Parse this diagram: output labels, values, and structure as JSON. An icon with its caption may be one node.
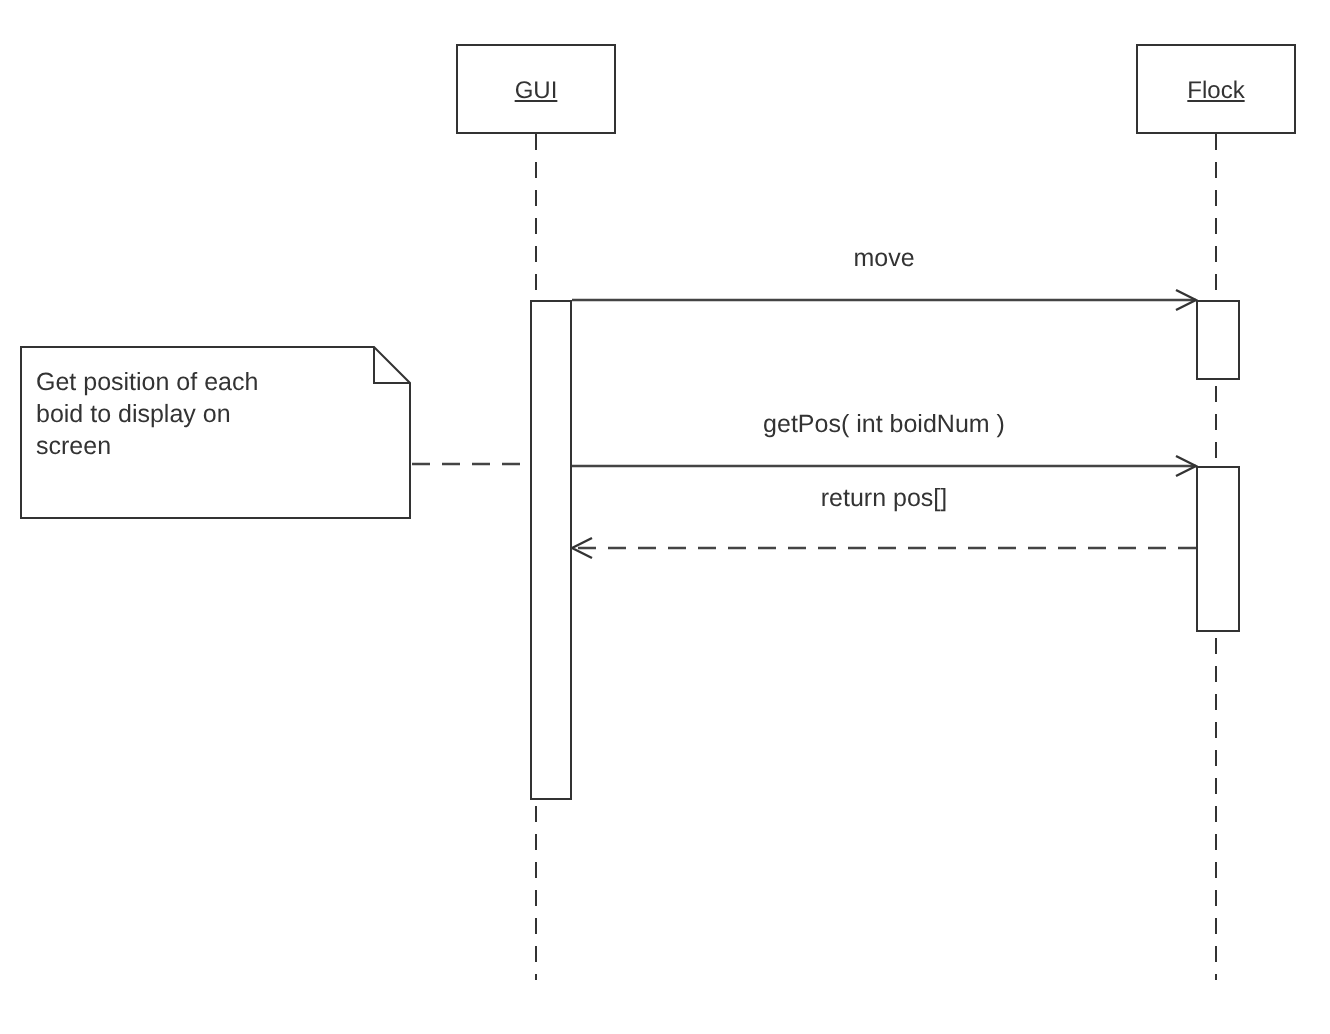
{
  "diagram": {
    "nodes": [
      {
        "text": [
          "GUI"
        ]
      },
      {
        "text": [
          "Flock"
        ]
      },
      {
        "text": [],
        "shape": "bar"
      },
      {
        "text": [],
        "shape": "bar"
      },
      {
        "text": [],
        "shape": "bar"
      },
      {
        "text": [
          "Get position of each boid to display on screen"
        ]
      }
    ],
    "edges": [
      {
        "from": 2,
        "to": 3,
        "arrow": "to",
        "label": "move"
      },
      {
        "from": 2,
        "to": 4,
        "arrow": "to",
        "label": "getPos( int boidNum )"
      },
      {
        "from": 4,
        "to": 2,
        "arrow": "to",
        "label": "return pos[]",
        "style": "dashed"
      },
      {
        "from": 5,
        "to": 2,
        "arrow": "none",
        "style": "dashed"
      }
    ]
  }
}
